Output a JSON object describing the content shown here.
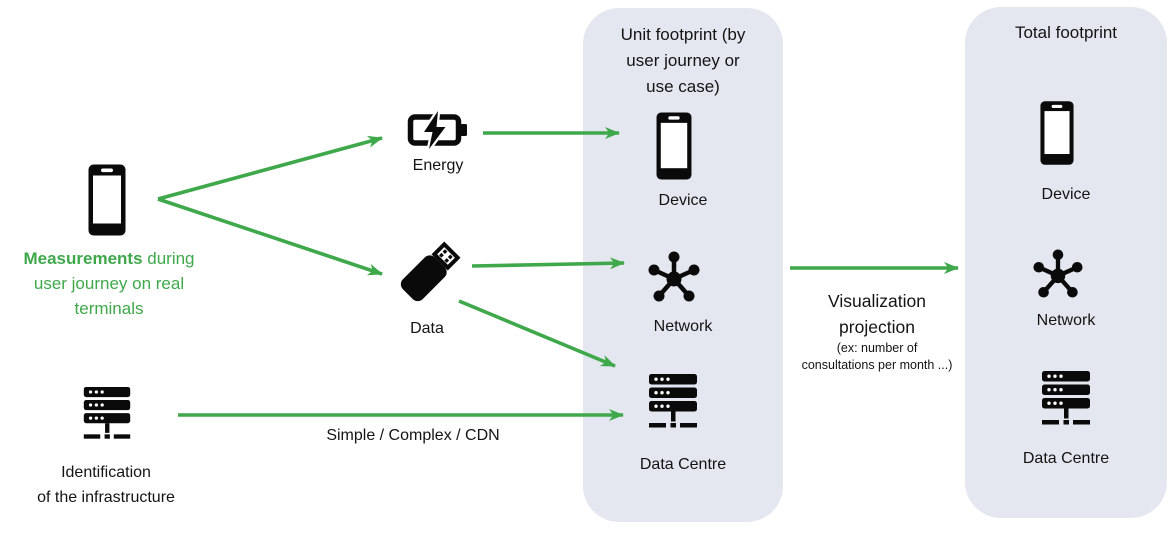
{
  "colors": {
    "arrow_green": "#3FA84B",
    "panel_background": "#E4E7F0",
    "icon_black": "#0A0A0A",
    "text_black": "#141414"
  },
  "left_section": {
    "measurements_bold": "Measurements",
    "measurements_line1_rest": " during",
    "measurements_line2": "user journey on real",
    "measurements_line3": "terminals",
    "infrastructure_line1": "Identification",
    "infrastructure_line2": "of the infrastructure"
  },
  "middle_section": {
    "energy_label": "Energy",
    "data_label": "Data",
    "infrastructure_arrow_label": "Simple / Complex / CDN",
    "visualization_line1": "Visualization",
    "visualization_line2": "projection",
    "visualization_sub_line1": "(ex: number of",
    "visualization_sub_line2": "consultations per month ...)"
  },
  "unit_footprint_panel": {
    "title_lines": [
      "Unit footprint (by",
      "user journey or",
      "use case)"
    ],
    "items": [
      {
        "icon": "smartphone-icon",
        "label": "Device"
      },
      {
        "icon": "network-icon",
        "label": "Network"
      },
      {
        "icon": "server-icon",
        "label": "Data Centre"
      }
    ]
  },
  "total_footprint_panel": {
    "title": "Total footprint",
    "items": [
      {
        "icon": "smartphone-icon",
        "label": "Device"
      },
      {
        "icon": "network-icon",
        "label": "Network"
      },
      {
        "icon": "server-icon",
        "label": "Data Centre"
      }
    ]
  }
}
